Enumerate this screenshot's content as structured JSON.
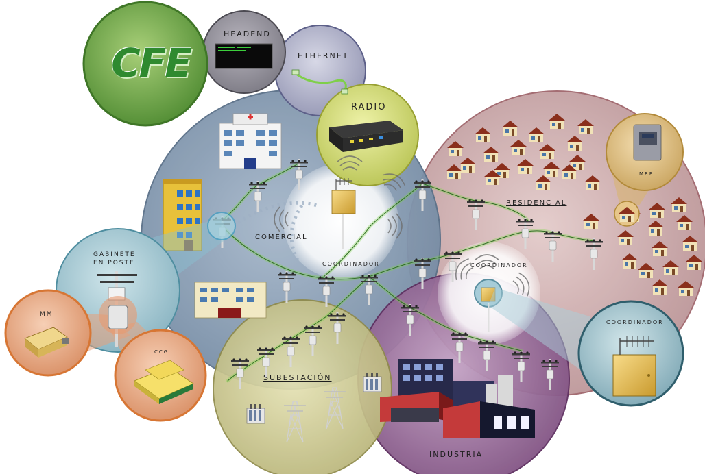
{
  "logo": {
    "text": "CFE"
  },
  "labels": {
    "headend": "HEADEND",
    "ethernet": "ETHERNET",
    "radio": "RADIO",
    "mre": "MRE",
    "residencial": "Residencial",
    "comercial": "Comercial",
    "coordinador_center": "Coordinador",
    "coordinador_small": "Coordinador",
    "coordinador_callout": "Coordinador",
    "gabinete_line1": "Gabinete",
    "gabinete_line2": "en Poste",
    "mm": "MM",
    "ccg": "CCG",
    "subestacion": "Subestación",
    "industria": "INDUSTRIA"
  },
  "colors": {
    "cfe_green": "#5e9a3c",
    "headend_gray": "#8c8a94",
    "ethernet_lavender": "#aeb0c6",
    "comercial_blue": "#7e94ac",
    "radio_yellow": "#cfd86a",
    "residencial_rose": "#c9a6a8",
    "subestacion_olive": "#c8c58a",
    "industria_purple": "#8a5a8c",
    "gabinete_teal": "#9cc3cf",
    "mm_orange": "#e3a27e",
    "coordinador_teal": "#9fc2cc"
  },
  "icons": [
    "hospital-icon",
    "apartment-building-icon",
    "school-building-icon",
    "house-icon",
    "utility-pole-icon",
    "transformer-icon",
    "transmission-tower-icon",
    "factory-icon",
    "router-icon",
    "meter-icon",
    "ethernet-cable-icon",
    "antenna-box-icon",
    "wireless-signal-icon"
  ]
}
